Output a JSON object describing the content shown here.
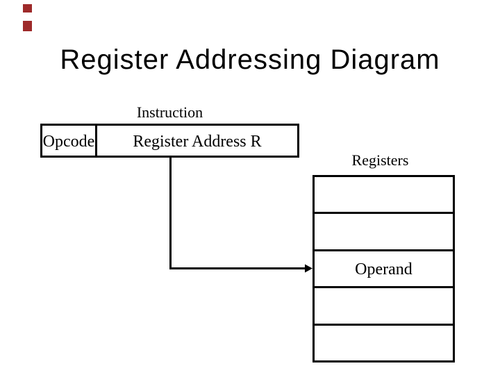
{
  "slide": {
    "title": "Register Addressing Diagram"
  },
  "diagram": {
    "instruction": {
      "label": "Instruction",
      "fields": [
        {
          "label": "Opcode"
        },
        {
          "label": "Register Address R"
        }
      ]
    },
    "registers": {
      "label": "Registers",
      "rows": [
        {
          "label": ""
        },
        {
          "label": ""
        },
        {
          "label": "Operand"
        },
        {
          "label": ""
        },
        {
          "label": ""
        }
      ]
    },
    "arrow": {
      "name": "register-address-to-operand-arrow"
    }
  },
  "colors": {
    "ink": "#000000",
    "background": "#FFFFFF",
    "decoration_squares": "#9E2A2A"
  }
}
